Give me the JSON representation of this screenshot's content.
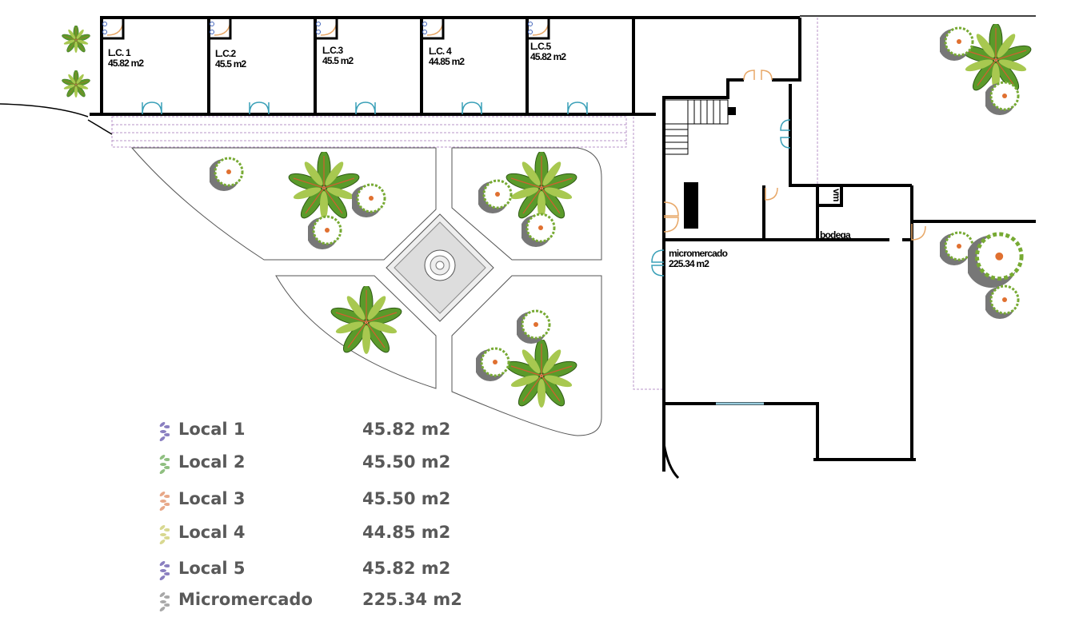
{
  "plan": {
    "locals": [
      {
        "name": "L.C. 1",
        "area": "45.82 m2"
      },
      {
        "name": "L.C.2",
        "area": "45.5 m2"
      },
      {
        "name": "L.C.3",
        "area": "45.5 m2"
      },
      {
        "name": "L.C. 4",
        "area": "44.85 m2"
      },
      {
        "name": "L.C.5",
        "area": "45.82 m2"
      }
    ],
    "micromercado": {
      "name": "micromercado",
      "area": "225.34 m2"
    },
    "bodega": "bodega",
    "vm": "vm"
  },
  "legend": [
    {
      "name": "Local 1",
      "value": "45.82  m2",
      "color": "#8a7fc0"
    },
    {
      "name": "Local 2",
      "value": "45.50  m2",
      "color": "#8fbf80"
    },
    {
      "name": "Local 3",
      "value": "45.50  m2",
      "color": "#e8a888"
    },
    {
      "name": "Local 4",
      "value": "44.85  m2",
      "color": "#d8d890"
    },
    {
      "name": "Local 5",
      "value": "45.82  m2",
      "color": "#8a7fc0"
    },
    {
      "name": "Micromercado",
      "value": "225.34  m2",
      "color": "#a8a8a8"
    }
  ]
}
